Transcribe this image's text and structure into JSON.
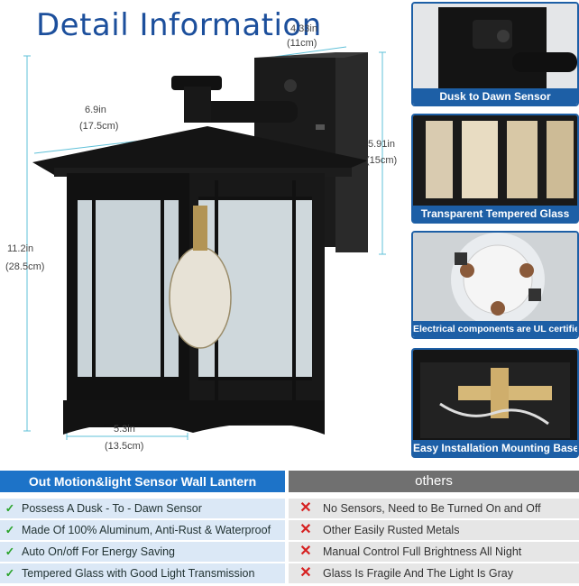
{
  "title": "Detail Information",
  "dimensions": {
    "top_width_in": "4.33in",
    "top_width_cm": "(11cm)",
    "roof_width_in": "6.9in",
    "roof_width_cm": "(17.5cm)",
    "height_total_in": "11.2in",
    "height_total_cm": "(28.5cm)",
    "backplate_height_in": "5.91in",
    "backplate_height_cm": "(15cm)",
    "base_width_in": "5.3in",
    "base_width_cm": "(13.5cm)"
  },
  "features": [
    {
      "caption": "Dusk to Dawn Sensor",
      "icon": "sensor-closeup"
    },
    {
      "caption": "Transparent Tempered Glass",
      "icon": "glass-closeup"
    },
    {
      "caption": "Electrical components are UL certified",
      "icon": "socket-closeup"
    },
    {
      "caption": "Easy Installation Mounting Base",
      "icon": "mounting-base-closeup"
    }
  ],
  "comparison": {
    "left_header": "Out Motion&light Sensor Wall Lantern",
    "right_header": "others",
    "left_rows": [
      "Possess A Dusk - To - Dawn Sensor",
      "Made Of 100% Aluminum, Anti-Rust & Waterproof",
      "Auto On/off For Energy Saving",
      "Tempered Glass with Good Light Transmission"
    ],
    "right_rows": [
      "No Sensors, Need to Be Turned On and Off Manually",
      "Other Easily Rusted Metals",
      "Manual Control Full Brightness All Night",
      "Glass Is Fragile And The Light Is Gray"
    ],
    "check_mark": "✓",
    "cross_mark": "✕"
  },
  "colors": {
    "title": "#1c4f9c",
    "accent": "#1d5fa6",
    "dimension_line": "#5fc0d8",
    "left_header": "#1d73c8",
    "right_header": "#707070",
    "check": "#2aa32a",
    "cross": "#d62020"
  }
}
